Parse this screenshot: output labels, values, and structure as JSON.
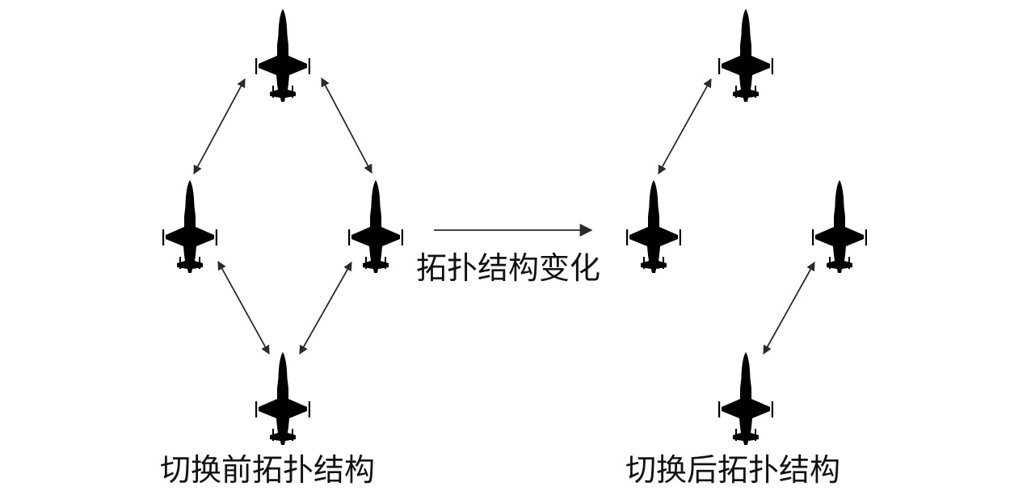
{
  "labels": {
    "before": "切换前拓扑结构",
    "after": "切换后拓扑结构",
    "change": "拓扑结构变化"
  },
  "icons": {
    "aircraft": "fighter-jet-icon",
    "link": "double-headed-arrow-icon",
    "transition": "right-arrow-icon"
  },
  "colors": {
    "aircraft": "#000000",
    "arrow": "#2a2a2a",
    "text": "#111111"
  },
  "formations": {
    "before": {
      "aircraft": [
        "top",
        "left",
        "right",
        "bottom"
      ],
      "links": [
        [
          "top",
          "left"
        ],
        [
          "top",
          "right"
        ],
        [
          "left",
          "bottom"
        ],
        [
          "right",
          "bottom"
        ]
      ]
    },
    "after": {
      "aircraft": [
        "top",
        "left",
        "right",
        "bottom"
      ],
      "links": [
        [
          "top",
          "left"
        ],
        [
          "right",
          "bottom"
        ]
      ]
    }
  }
}
